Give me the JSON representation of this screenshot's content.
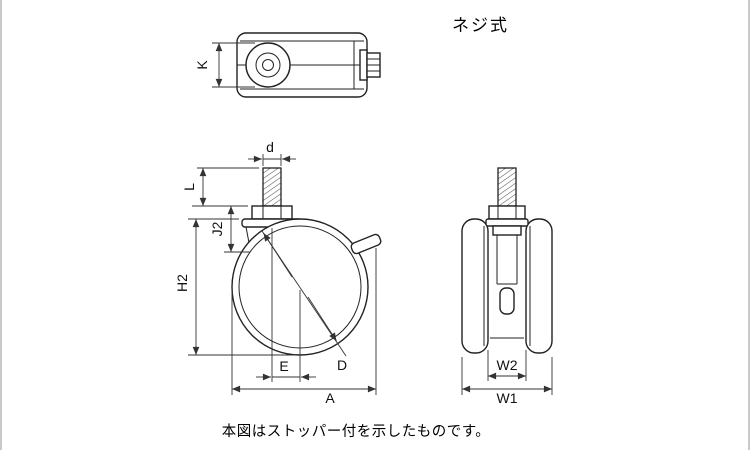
{
  "title": "ネジ式",
  "note": "本図はストッパー付を示したものです。",
  "labels": {
    "K": "K",
    "d": "d",
    "L": "L",
    "J2": "J2",
    "H2": "H2",
    "E": "E",
    "D": "D",
    "A": "A",
    "W2": "W2",
    "W1": "W1"
  },
  "colors": {
    "line": "#222222",
    "dimension": "#333333",
    "background": "#ffffff",
    "page_edge": "#c9c9c9"
  }
}
